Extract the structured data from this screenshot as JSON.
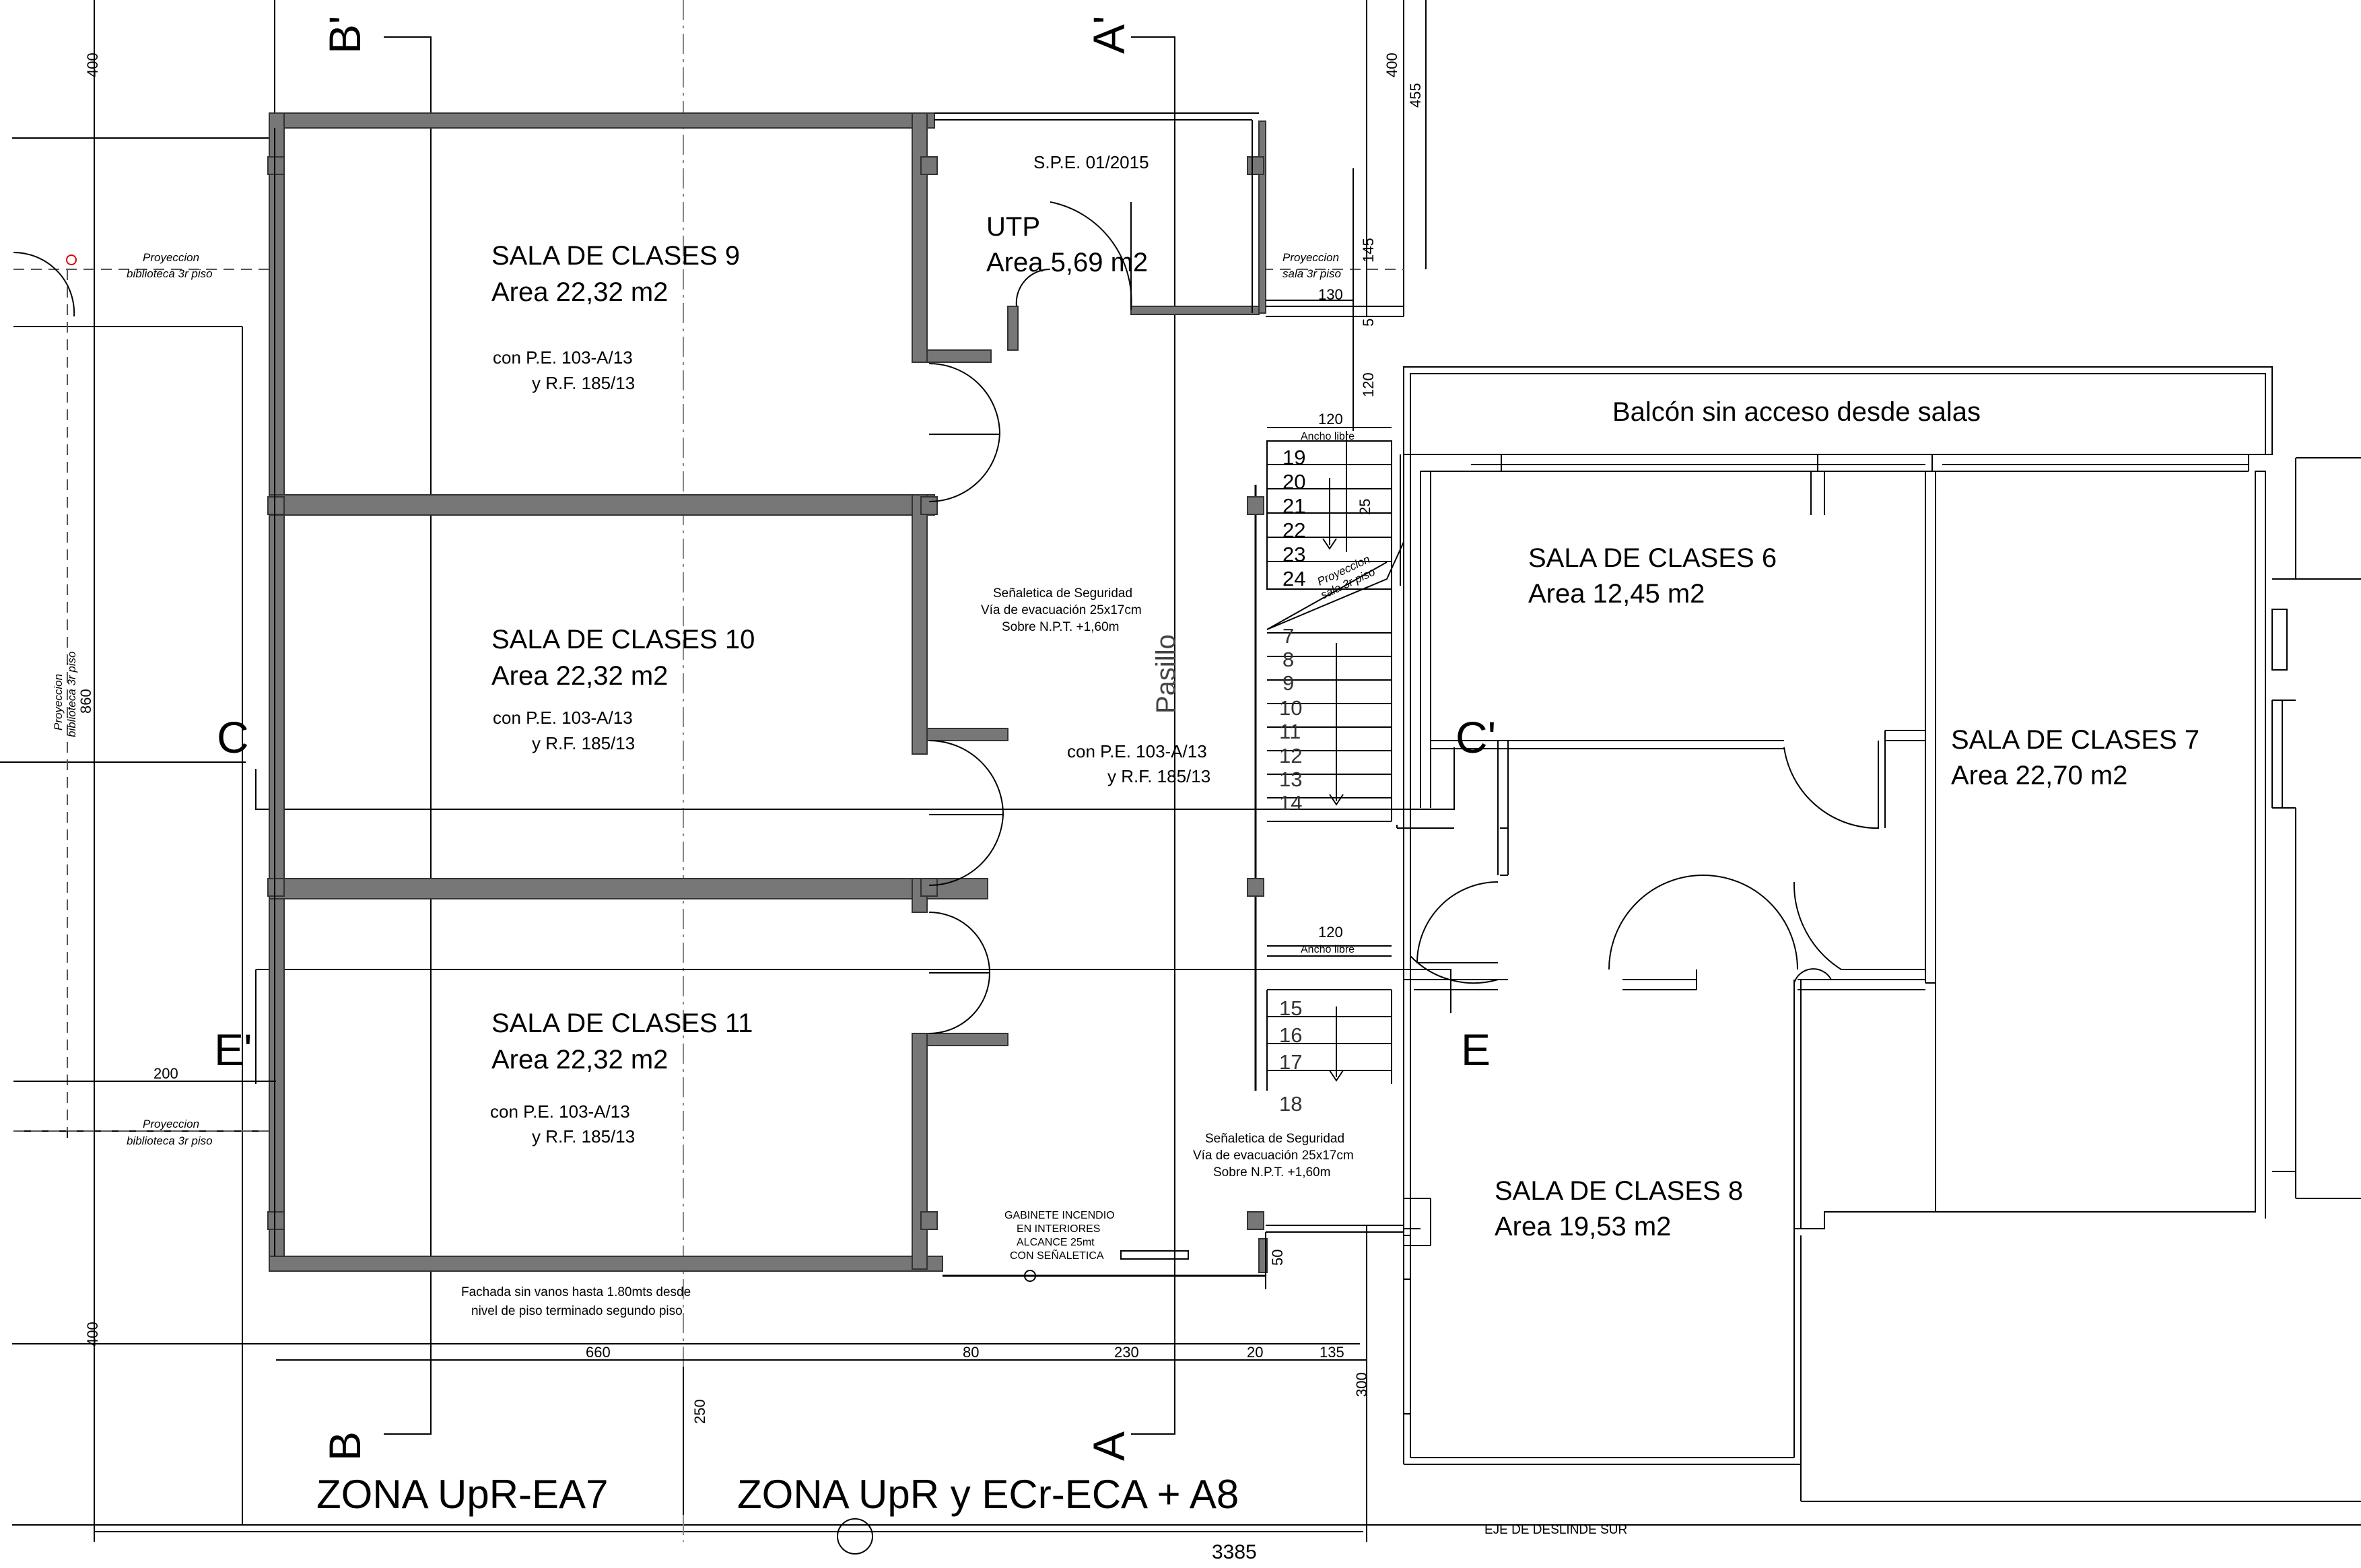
{
  "sections": {
    "b_top": "B'",
    "a_top": "A'",
    "b_bottom": "B",
    "a_bottom": "A",
    "c_left": "C",
    "c_right": "C'",
    "e_left": "E'",
    "e_right": "E"
  },
  "rooms": {
    "sala9": {
      "name": "SALA DE CLASES 9",
      "area": "Area 22,32 m2",
      "note1": "con P.E. 103-A/13",
      "note2": "y R.F. 185/13"
    },
    "sala10": {
      "name": "SALA DE CLASES 10",
      "area": "Area 22,32 m2",
      "note1": "con P.E. 103-A/13",
      "note2": "y R.F. 185/13"
    },
    "sala11": {
      "name": "SALA DE CLASES 11",
      "area": "Area 22,32 m2",
      "note1": "con P.E. 103-A/13",
      "note2": "y R.F. 185/13"
    },
    "sala6": {
      "name": "SALA DE CLASES 6",
      "area": "Area 12,45 m2"
    },
    "sala7": {
      "name": "SALA DE CLASES 7",
      "area": "Area 22,70 m2"
    },
    "sala8": {
      "name": "SALA DE CLASES 8",
      "area": "Area 19,53 m2"
    },
    "utp": {
      "name": "UTP",
      "area": "Area 5,69 m2",
      "spe": "S.P.E. 01/2015"
    },
    "pasillo": {
      "name": "Pasillo",
      "note1": "con P.E. 103-A/13",
      "note2": "y R.F. 185/13"
    },
    "balcon": {
      "name": "Balcón sin acceso desde salas"
    }
  },
  "signage": {
    "line1": "Señaletica de Seguridad",
    "line2": "Vía de evacuación 25x17cm",
    "line3": "Sobre N.P.T. +1,60m"
  },
  "gabinete": [
    "GABINETE INCENDIO",
    "EN INTERIORES",
    "ALCANCE 25mt",
    "CON SEÑALETICA"
  ],
  "facade_note": [
    "Fachada sin vanos hasta 1.80mts desde",
    "nivel de piso terminado segundo piso"
  ],
  "projections": {
    "biblioteca_title": "Proyeccion",
    "biblioteca_sub": "biblioteca 3r piso",
    "sala_title": "Proyeccion",
    "sala_sub": "sala 3r piso"
  },
  "stairs": {
    "upper": [
      "19",
      "20",
      "21",
      "22",
      "23",
      "24"
    ],
    "middle": [
      "7",
      "8",
      "9",
      "10",
      "11",
      "12",
      "13",
      "14"
    ],
    "lower": [
      "15",
      "16",
      "17",
      "18"
    ],
    "width_label": "120",
    "width_note": "Ancho libre"
  },
  "dimensions": {
    "d400_top": "400",
    "d400_top_right": "400",
    "d455": "455",
    "d145": "145",
    "d130": "130",
    "d5": "5",
    "d120_vert": "120",
    "d25": "25",
    "d860": "860",
    "d200": "200",
    "d400_bottom": "400",
    "d660": "660",
    "d80": "80",
    "d230": "230",
    "d20": "20",
    "d135": "135",
    "d50": "50",
    "d300": "300",
    "d250": "250",
    "d3385": "3385"
  },
  "zones": {
    "left": "ZONA UpR-EA7",
    "right": "ZONA UpR y ECr-ECA + A8"
  },
  "eje": "EJE DE DESLINDE SUR"
}
